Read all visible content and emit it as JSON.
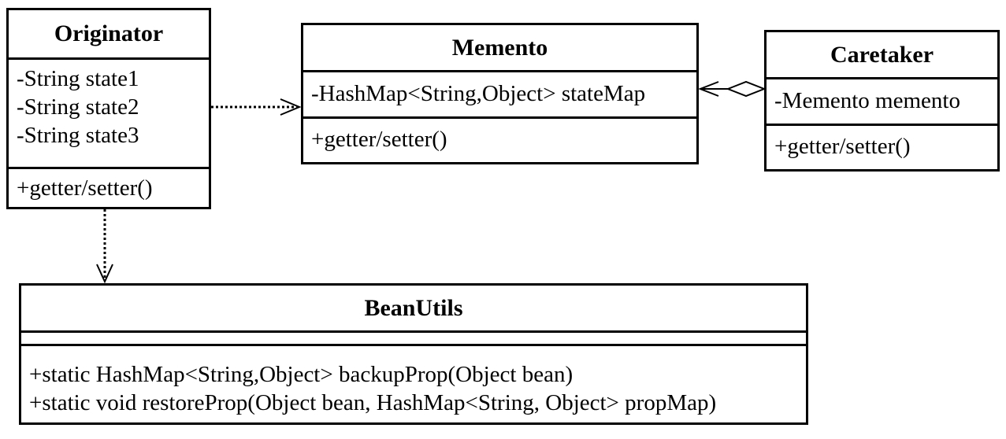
{
  "classes": {
    "originator": {
      "name": "Originator",
      "attributes": [
        "-String state1",
        "-String state2",
        "-String state3"
      ],
      "operations": [
        "+getter/setter()"
      ]
    },
    "memento": {
      "name": "Memento",
      "attributes": [
        "-HashMap<String,Object> stateMap"
      ],
      "operations": [
        "+getter/setter()"
      ]
    },
    "caretaker": {
      "name": "Caretaker",
      "attributes": [
        "-Memento memento"
      ],
      "operations": [
        "+getter/setter()"
      ]
    },
    "beanutils": {
      "name": "BeanUtils",
      "attributes": [],
      "operations": [
        "+static HashMap<String,Object> backupProp(Object bean)",
        "+static void restoreProp(Object bean, HashMap<String, Object> propMap)"
      ]
    }
  },
  "relations": [
    {
      "from": "Originator",
      "to": "Memento",
      "type": "dependency"
    },
    {
      "from": "Caretaker",
      "to": "Memento",
      "type": "aggregation"
    },
    {
      "from": "Originator",
      "to": "BeanUtils",
      "type": "dependency"
    }
  ]
}
